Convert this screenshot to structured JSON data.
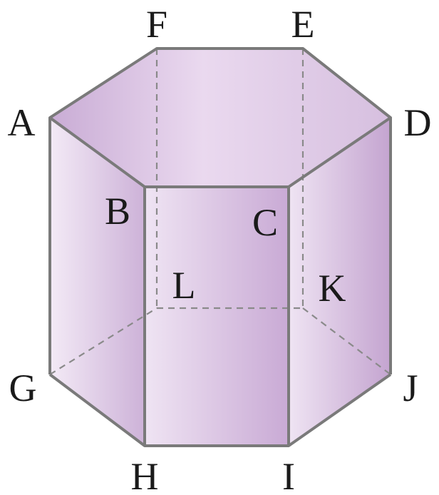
{
  "figure": {
    "kind": "hexagonal prism",
    "fill_light": "#f1e8f4",
    "fill_mid": "#d7c0df",
    "fill_dark": "#c6a8d2",
    "edge_color": "#7a7a7a",
    "hidden_edge_color": "#8a8a8a",
    "labels": {
      "A": "A",
      "B": "B",
      "C": "C",
      "D": "D",
      "E": "E",
      "F": "F",
      "G": "G",
      "H": "H",
      "I": "I",
      "J": "J",
      "K": "K",
      "L": "L"
    }
  }
}
